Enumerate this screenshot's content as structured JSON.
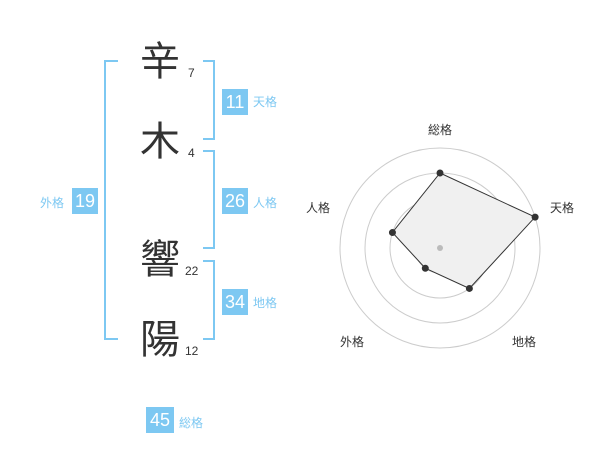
{
  "name": {
    "characters": [
      {
        "char": "辛",
        "strokes": "7"
      },
      {
        "char": "木",
        "strokes": "4"
      },
      {
        "char": "響",
        "strokes": "22"
      },
      {
        "char": "陽",
        "strokes": "12"
      }
    ]
  },
  "scores": {
    "tenkaku": {
      "value": "11",
      "label": "天格"
    },
    "jinkaku": {
      "value": "26",
      "label": "人格"
    },
    "chikaku": {
      "value": "34",
      "label": "地格"
    },
    "gaikaku": {
      "value": "19",
      "label": "外格"
    },
    "soukaku": {
      "value": "45",
      "label": "総格"
    }
  },
  "colors": {
    "accent": "#7dc8f2",
    "text": "#333333"
  },
  "chart_data": {
    "type": "radar",
    "axes": [
      "総格",
      "天格",
      "地格",
      "外格",
      "人格"
    ],
    "rings": 4,
    "values": [
      0.75,
      1.0,
      0.5,
      0.25,
      0.5
    ]
  }
}
